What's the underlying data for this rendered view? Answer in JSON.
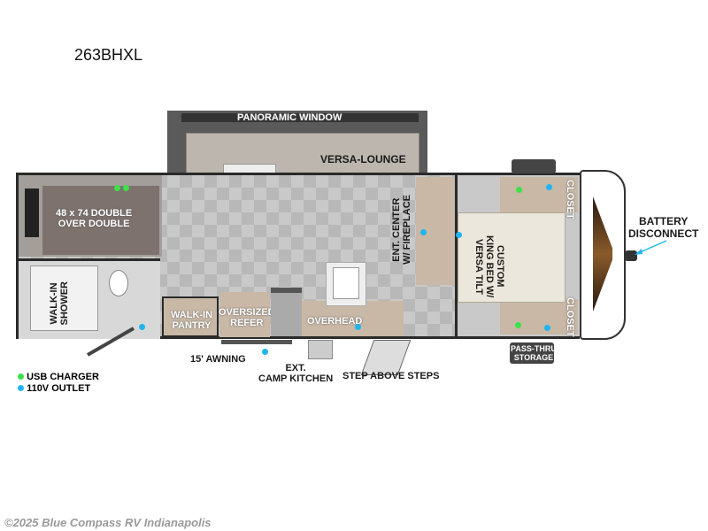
{
  "model": "263BHXL",
  "labels": {
    "panoramic_window": "PANORAMIC WINDOW",
    "versa_lounge": "VERSA-LOUNGE",
    "bunk_line1": "48 x 74 DOUBLE",
    "bunk_line2": "OVER DOUBLE",
    "shower_line1": "WALK-IN",
    "shower_line2": "SHOWER",
    "pantry_line1": "WALK-IN",
    "pantry_line2": "PANTRY",
    "refer_line1": "OVERSIZED",
    "refer_line2": "REFER",
    "overhead": "OVERHEAD",
    "ent_line1": "ENT. CENTER",
    "ent_line2": "W/ FIREPLACE",
    "bed_line1": "CUSTOM",
    "bed_line2": "KING BED W/",
    "bed_line3": "VERSA TILT",
    "closet_top": "CLOSET",
    "closet_bottom": "CLOSET",
    "battery_line1": "BATTERY",
    "battery_line2": "DISCONNECT",
    "pass_thru_line1": "PASS-THRU",
    "pass_thru_line2": "STORAGE",
    "awning": "15' AWNING",
    "camp_kitchen_line1": "EXT.",
    "camp_kitchen_line2": "CAMP KITCHEN",
    "step": "STEP ABOVE STEPS"
  },
  "legend": [
    {
      "label": "USB CHARGER",
      "color": "#3ee04a"
    },
    {
      "label": "110V OUTLET",
      "color": "#1fb5f0"
    }
  ],
  "copyright": "©2025 Blue Compass RV Indianapolis"
}
